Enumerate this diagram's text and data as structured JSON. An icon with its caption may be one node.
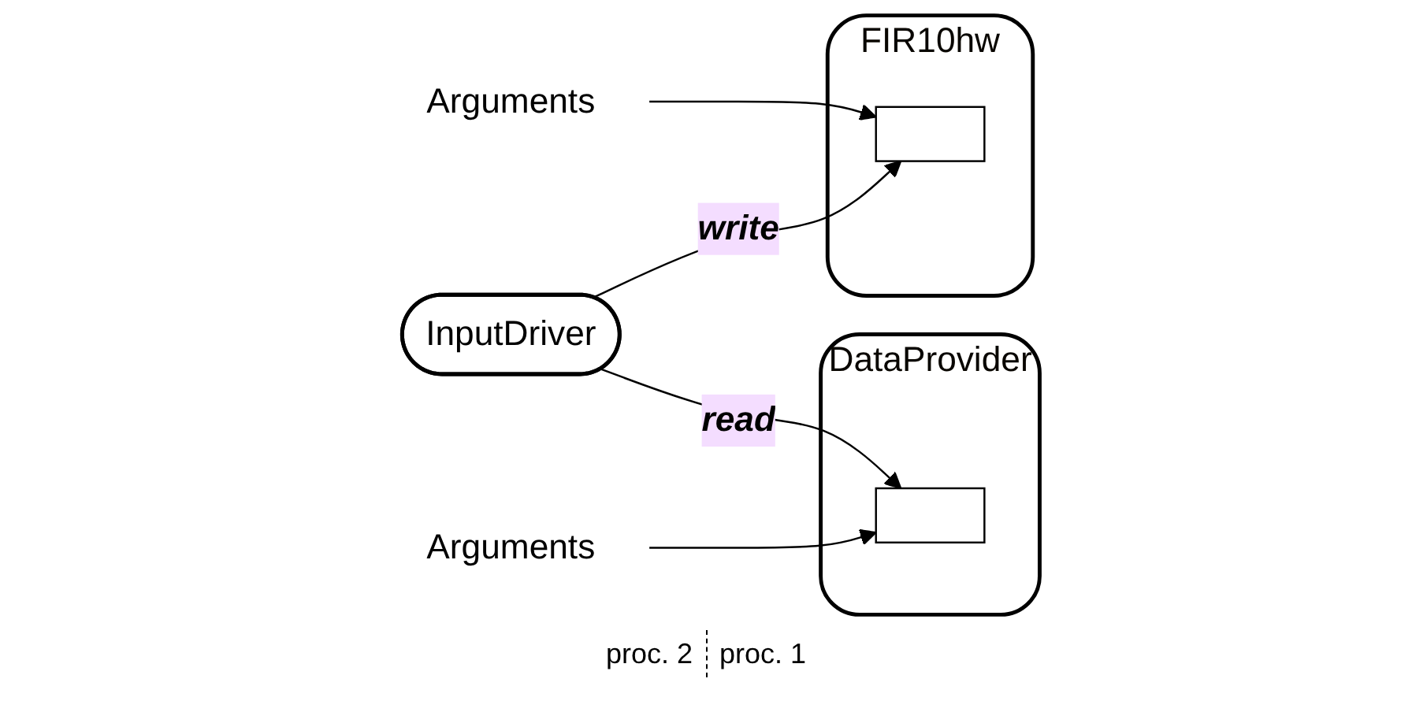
{
  "diagram": {
    "nodes": [
      {
        "text": [
          "Arguments"
        ]
      },
      {
        "text": [
          "DataProvider"
        ]
      },
      {
        "text": [],
        "shape": "box",
        "in": 1
      },
      {
        "text": [
          "InputDriver"
        ]
      },
      {
        "text": [
          "Arguments"
        ]
      },
      {
        "text": [
          "FIR10hw"
        ]
      },
      {
        "text": [],
        "shape": "box",
        "in": 5
      }
    ],
    "edges": [
      {
        "from": 0,
        "to": 2,
        "arrow": "to"
      },
      {
        "from": 3,
        "to": 2,
        "label": "read",
        "arrow": "to"
      },
      {
        "from": 3,
        "to": 6,
        "label": "write",
        "arrow": "to"
      },
      {
        "from": 4,
        "to": 6,
        "arrow": "to"
      }
    ],
    "labels": [
      "proc. 2",
      "proc. 1"
    ]
  }
}
